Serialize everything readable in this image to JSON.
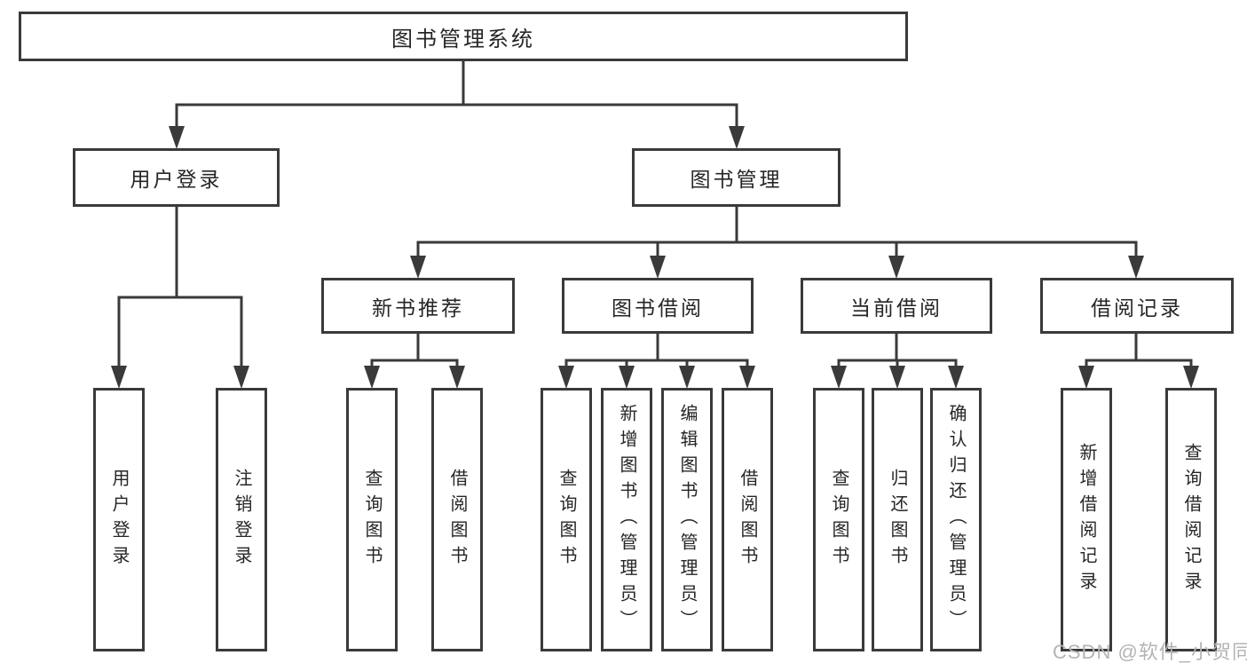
{
  "diagram": {
    "root": {
      "label": "图书管理系统"
    },
    "level2": [
      {
        "label": "用户登录"
      },
      {
        "label": "图书管理"
      }
    ],
    "level3": [
      {
        "label": "新书推荐"
      },
      {
        "label": "图书借阅"
      },
      {
        "label": "当前借阅"
      },
      {
        "label": "借阅记录"
      }
    ],
    "leaves": [
      {
        "label": "用户登录",
        "parent": "用户登录"
      },
      {
        "label": "注销登录",
        "parent": "用户登录"
      },
      {
        "label": "查询图书",
        "parent": "新书推荐"
      },
      {
        "label": "借阅图书",
        "parent": "新书推荐"
      },
      {
        "label": "查询图书",
        "parent": "图书借阅"
      },
      {
        "label": "新增图书（管理员）",
        "parent": "图书借阅"
      },
      {
        "label": "编辑图书（管理员）",
        "parent": "图书借阅"
      },
      {
        "label": "借阅图书",
        "parent": "图书借阅"
      },
      {
        "label": "查询图书",
        "parent": "当前借阅"
      },
      {
        "label": "归还图书",
        "parent": "当前借阅"
      },
      {
        "label": "确认归还（管理员）",
        "parent": "当前借阅"
      },
      {
        "label": "新增借阅记录",
        "parent": "借阅记录"
      },
      {
        "label": "查询借阅记录",
        "parent": "借阅记录"
      }
    ],
    "watermark": "CSDN @软件_小贺同学",
    "colors": {
      "line": "#3a3a3a",
      "text": "#262626",
      "watermark": "#b4b4b4",
      "background": "#ffffff"
    }
  }
}
